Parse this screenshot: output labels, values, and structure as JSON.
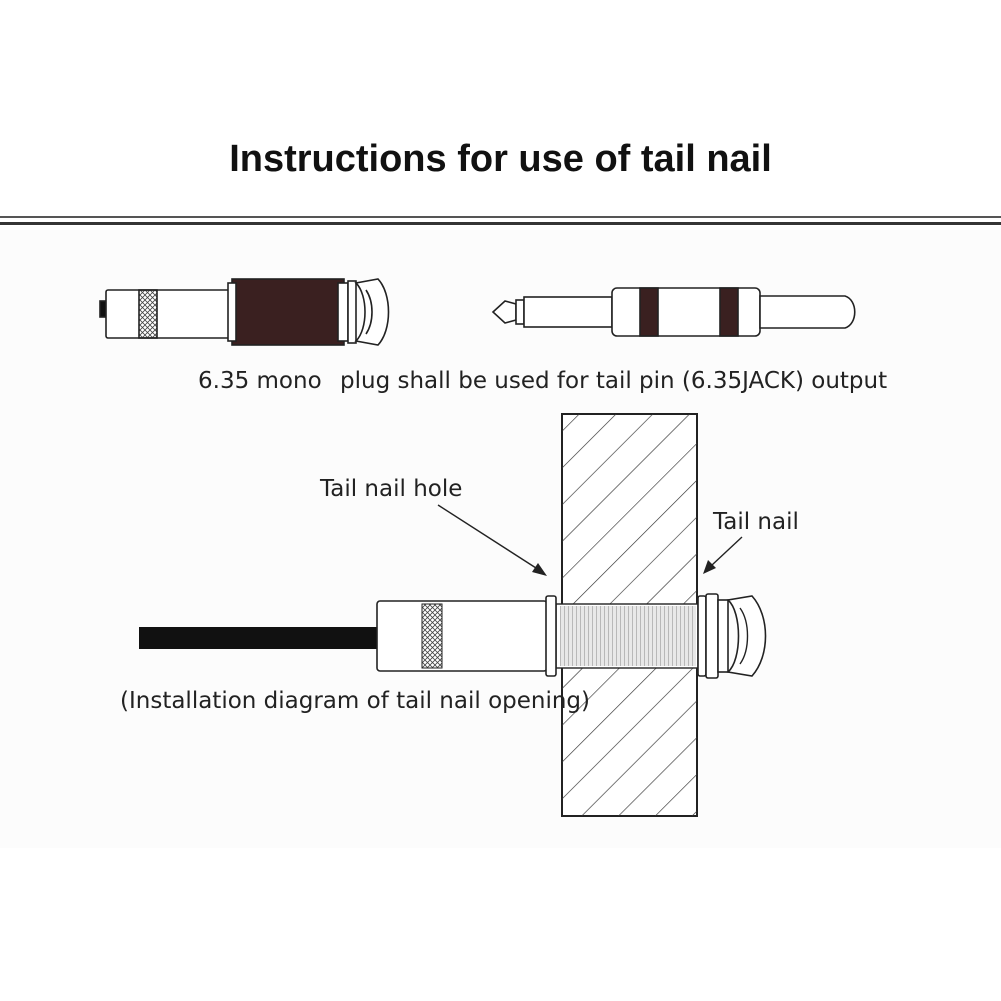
{
  "title": "Instructions for use of tail nail",
  "caption_left": "6.35 mono",
  "caption_right": "plug shall be used for tail pin (6.35JACK) output",
  "label_hole": "Tail nail hole",
  "label_nail": "Tail nail",
  "label_install": "(Installation diagram of tail nail opening)",
  "colors": {
    "line": "#222222",
    "dark_band": "#3a2020",
    "rule": "#333333"
  }
}
